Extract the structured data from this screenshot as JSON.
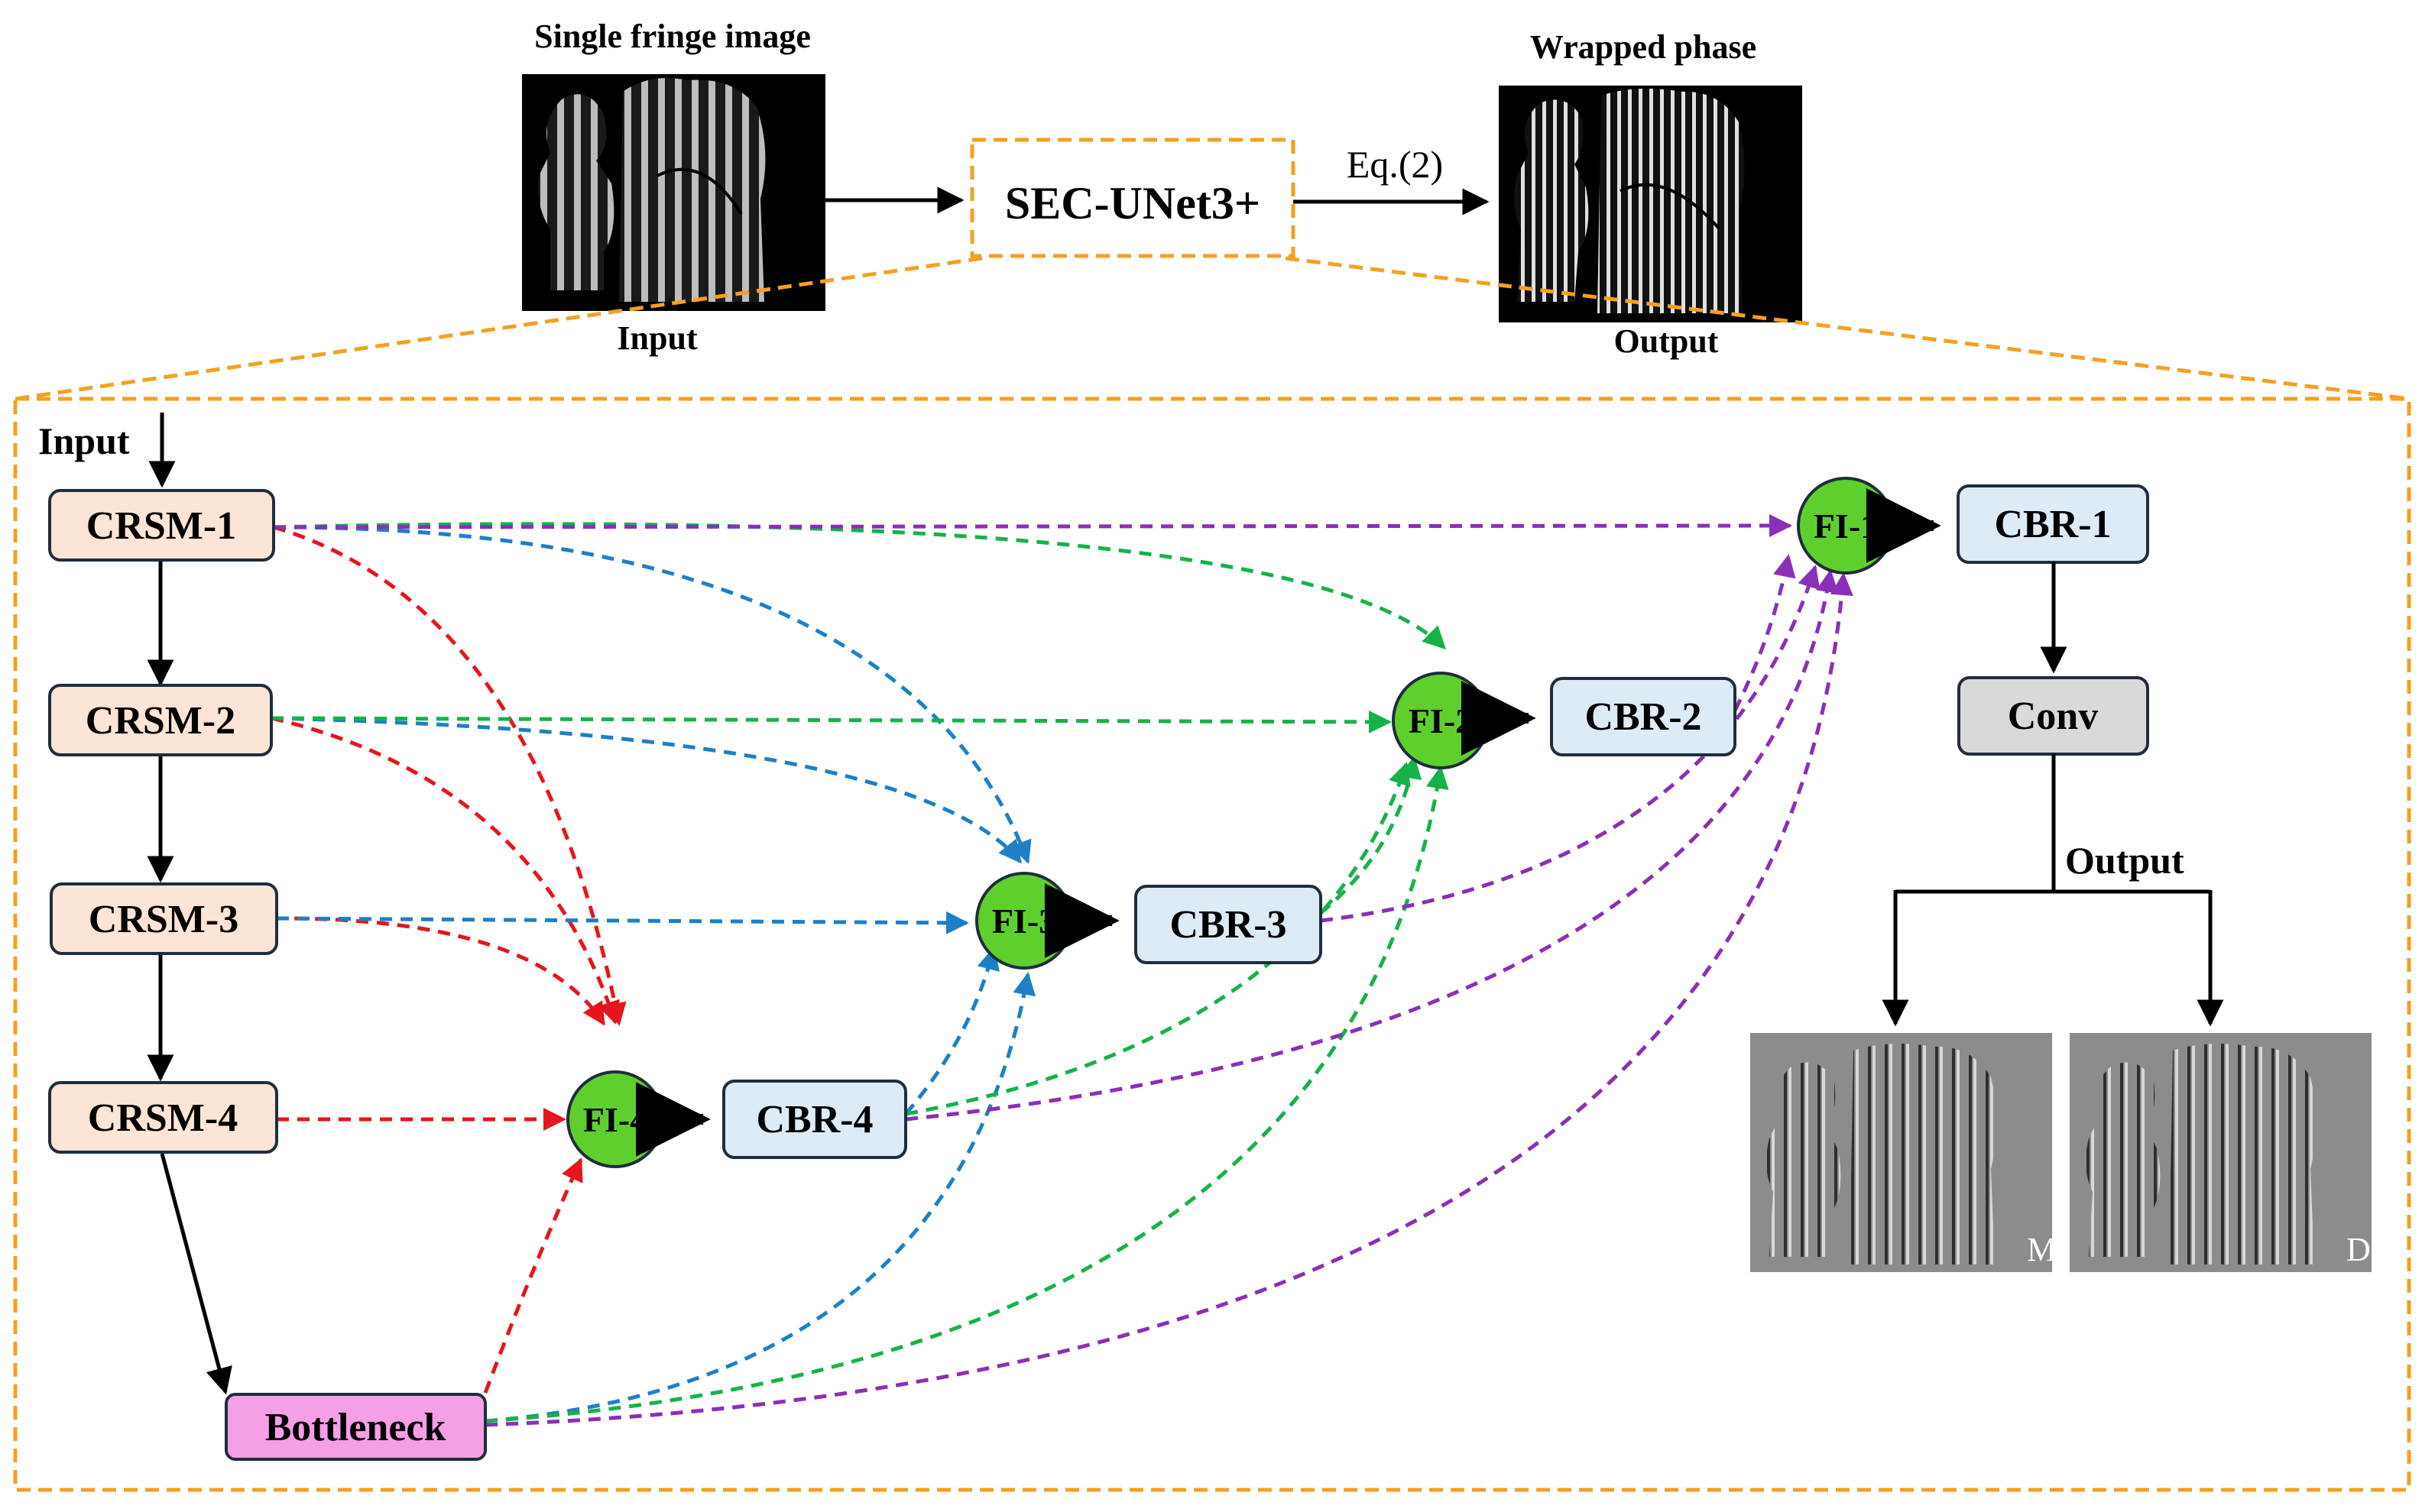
{
  "top": {
    "input_caption_top": "Single fringe image",
    "input_caption_bottom": "Input",
    "model_label": "SEC-UNet3+",
    "equation_label": "Eq.(2)",
    "output_caption_top": "Wrapped phase",
    "output_caption_bottom": "Output"
  },
  "detail": {
    "input_label": "Input",
    "output_label": "Output",
    "crsm": [
      "CRSM-1",
      "CRSM-2",
      "CRSM-3",
      "CRSM-4"
    ],
    "bottleneck": "Bottleneck",
    "fi": [
      "FI-1",
      "FI-2",
      "FI-3",
      "FI-4"
    ],
    "cbr": [
      "CBR-1",
      "CBR-2",
      "CBR-3",
      "CBR-4"
    ],
    "conv": "Conv",
    "result_m": "M",
    "result_d": "D"
  },
  "colors": {
    "frame": "#f4a020",
    "crsm_fill": "#fce4d6",
    "cbr_fill": "#ddebf7",
    "conv_fill": "#d9d9d9",
    "bottleneck_fill": "#f59fe6",
    "fi_fill": "#5fcf2e",
    "red": "#e8141b",
    "blue": "#1e7fc8",
    "green": "#17b14a",
    "purple": "#8a2fb8"
  }
}
